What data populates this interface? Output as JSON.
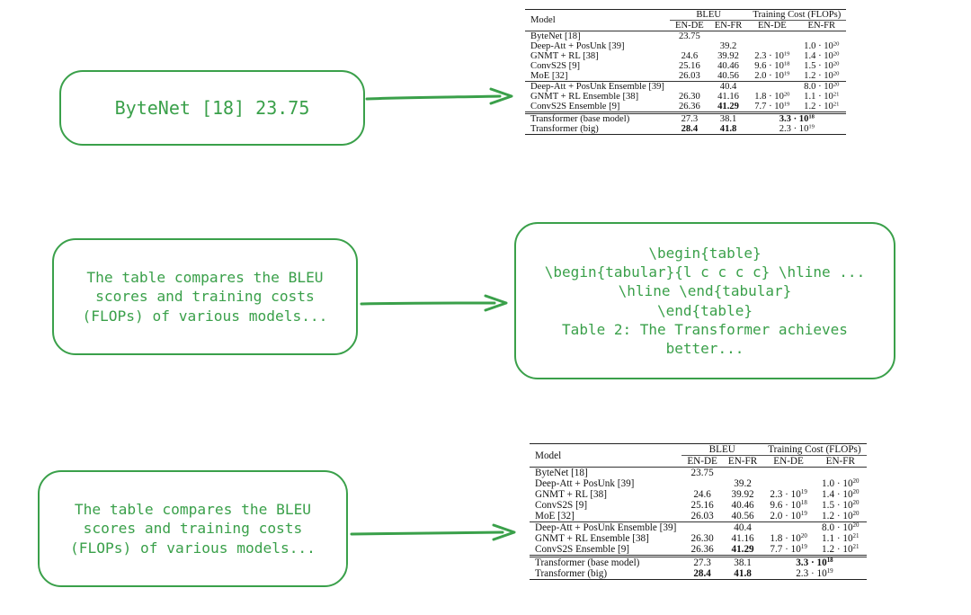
{
  "boxes": {
    "first": {
      "lines": [
        "ByteNet [18] 23.75"
      ]
    },
    "second": {
      "lines": [
        "The table compares the BLEU",
        "scores and training costs",
        "(FLOPs) of various models..."
      ]
    },
    "latex": {
      "lines": [
        "\\begin{table}",
        "\\begin{tabular}{l c c c c} \\hline ...",
        "\\hline \\end{tabular}",
        "\\end{table}",
        "Table 2: The Transformer achieves",
        "better..."
      ]
    },
    "third": {
      "lines": [
        "The table compares the BLEU",
        "scores and training costs",
        "(FLOPs) of various models..."
      ]
    }
  },
  "table": {
    "header": {
      "model": "Model",
      "bleu": "BLEU",
      "cost": "Training Cost (FLOPs)",
      "en_de": "EN-DE",
      "en_fr": "EN-FR"
    },
    "groups": [
      [
        {
          "model": "ByteNet [18]",
          "de": "23.75",
          "fr": "",
          "cde": "",
          "cfr": ""
        },
        {
          "model": "Deep-Att + PosUnk [39]",
          "de": "",
          "fr": "39.2",
          "cde": "",
          "cfr": "1.0 · 10|20"
        },
        {
          "model": "GNMT + RL [38]",
          "de": "24.6",
          "fr": "39.92",
          "cde": "2.3 · 10|19",
          "cfr": "1.4 · 10|20"
        },
        {
          "model": "ConvS2S [9]",
          "de": "25.16",
          "fr": "40.46",
          "cde": "9.6 · 10|18",
          "cfr": "1.5 · 10|20"
        },
        {
          "model": "MoE [32]",
          "de": "26.03",
          "fr": "40.56",
          "cde": "2.0 · 10|19",
          "cfr": "1.2 · 10|20"
        }
      ],
      [
        {
          "model": "Deep-Att + PosUnk Ensemble [39]",
          "de": "",
          "fr": "40.4",
          "cde": "",
          "cfr": "8.0 · 10|20"
        },
        {
          "model": "GNMT + RL Ensemble [38]",
          "de": "26.30",
          "fr": "41.16",
          "cde": "1.8 · 10|20",
          "cfr": "1.1 · 10|21"
        },
        {
          "model": "ConvS2S Ensemble [9]",
          "de": "26.36",
          "fr": "41.29",
          "frBold": true,
          "cde": "7.7 · 10|19",
          "cfr": "1.2 · 10|21"
        }
      ],
      [
        {
          "model": "Transformer (base model)",
          "de": "27.3",
          "fr": "38.1",
          "span": "3.3 · 10|18",
          "spanBold": true
        },
        {
          "model": "Transformer (big)",
          "de": "28.4",
          "deBold": true,
          "fr": "41.8",
          "frBold": true,
          "span": "2.3 · 10|19"
        }
      ]
    ]
  },
  "colors": {
    "accent": "#3aa04a",
    "ink": "#111111"
  }
}
